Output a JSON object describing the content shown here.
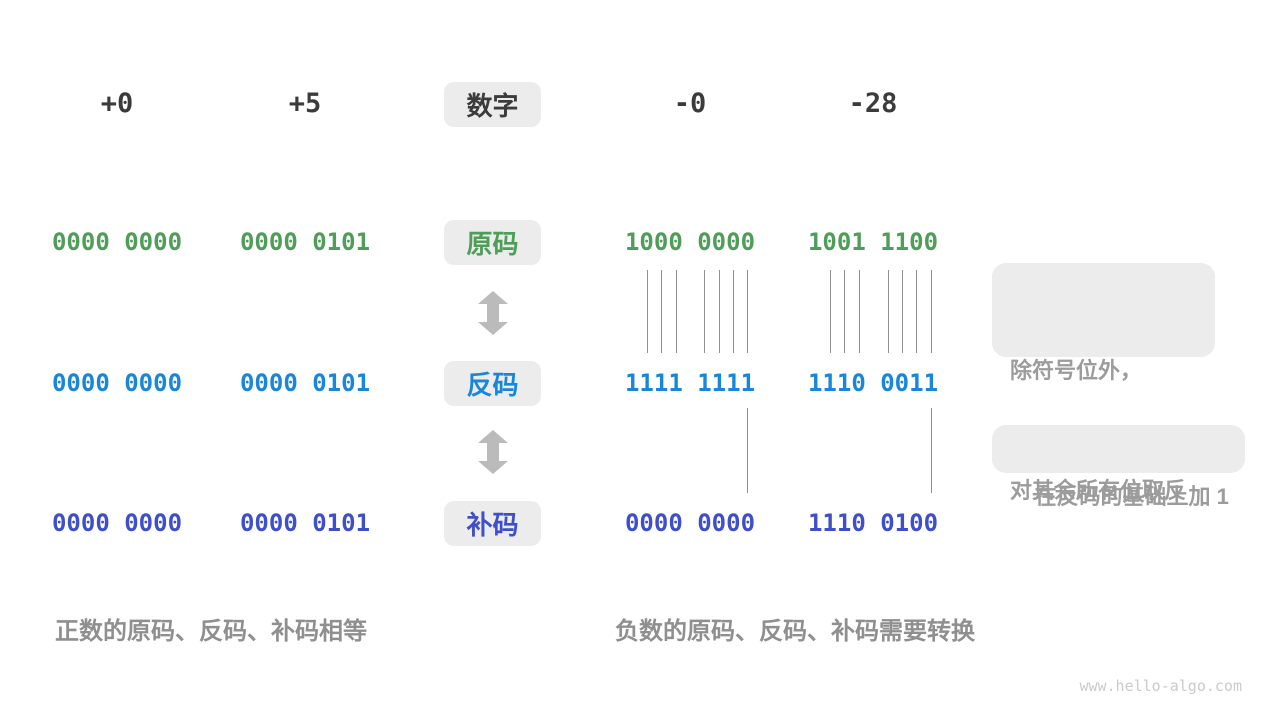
{
  "colors": {
    "green": "#4F9D58",
    "blue": "#1886D9",
    "indigo": "#3E4FC8",
    "dark_text": "#3B3B3B",
    "box_bg": "#ECECEC",
    "muted_text": "#9C9C9C",
    "caption_text": "#8F8F8F",
    "arrow": "#BBBBBB",
    "tick_line": "#8F8F8F",
    "watermark_text": "#CBCBCB"
  },
  "header": {
    "columns": [
      "+0",
      "+5",
      "数字",
      "-0",
      "-28"
    ]
  },
  "rows": [
    {
      "label": "原码",
      "values": [
        "0000 0000",
        "0000 0101",
        "1000 0000",
        "1001 1100"
      ]
    },
    {
      "label": "反码",
      "values": [
        "0000 0000",
        "0000 0101",
        "1111 1111",
        "1110 0011"
      ]
    },
    {
      "label": "补码",
      "values": [
        "0000 0000",
        "0000 0101",
        "0000 0000",
        "1110 0100"
      ]
    }
  ],
  "annotations": {
    "flip_rule_line1": "除符号位外，",
    "flip_rule_line2": "对其余所有位取反",
    "add_one_rule": "在反码的基础上加 1"
  },
  "captions": {
    "positive": "正数的原码、反码、补码相等",
    "negative": "负数的原码、反码、补码需要转换"
  },
  "watermark": "www.hello-algo.com"
}
